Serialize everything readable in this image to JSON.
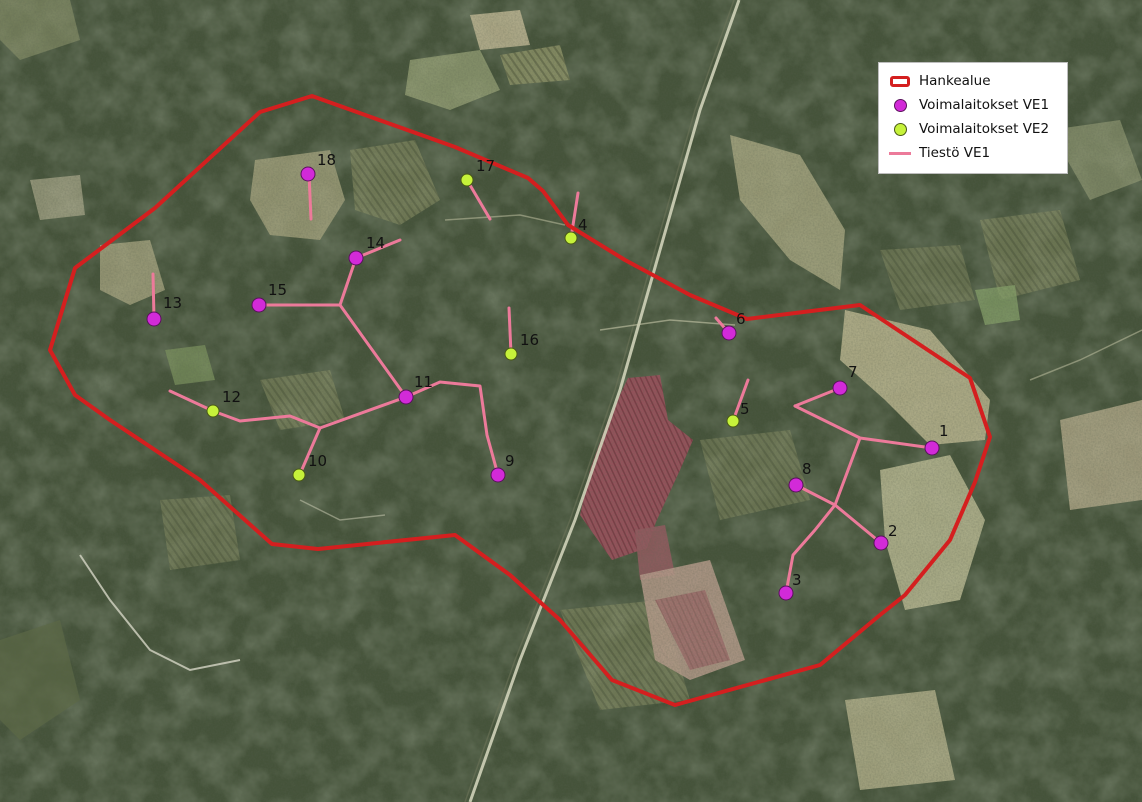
{
  "legend": {
    "items": [
      {
        "label": "Hankealue",
        "symbol": "project-area"
      },
      {
        "label": "Voimalaitokset VE1",
        "symbol": "turbine-ve1"
      },
      {
        "label": "Voimalaitokset VE2",
        "symbol": "turbine-ve2"
      },
      {
        "label": "Tiestö VE1",
        "symbol": "road-ve1"
      }
    ]
  },
  "turbines": [
    {
      "id": "1",
      "option": "VE1"
    },
    {
      "id": "2",
      "option": "VE1"
    },
    {
      "id": "3",
      "option": "VE1"
    },
    {
      "id": "4",
      "option": "VE2"
    },
    {
      "id": "5",
      "option": "VE2"
    },
    {
      "id": "6",
      "option": "VE1"
    },
    {
      "id": "7",
      "option": "VE1"
    },
    {
      "id": "8",
      "option": "VE1"
    },
    {
      "id": "9",
      "option": "VE1"
    },
    {
      "id": "10",
      "option": "VE2"
    },
    {
      "id": "11",
      "option": "VE1"
    },
    {
      "id": "12",
      "option": "VE2"
    },
    {
      "id": "13",
      "option": "VE1"
    },
    {
      "id": "14",
      "option": "VE1"
    },
    {
      "id": "15",
      "option": "VE1"
    },
    {
      "id": "16",
      "option": "VE2"
    },
    {
      "id": "17",
      "option": "VE2"
    },
    {
      "id": "18",
      "option": "VE1"
    }
  ],
  "colors": {
    "project_area": "#d41f1f",
    "turbine_ve1": "#d22ad8",
    "turbine_ve2": "#c6f23a",
    "road_ve1": "#ec7a9a",
    "forest_base": "#3e4a30",
    "open_field": "#b4b48c",
    "clearcut": "#8f9468",
    "peat_field": "#93525a"
  }
}
